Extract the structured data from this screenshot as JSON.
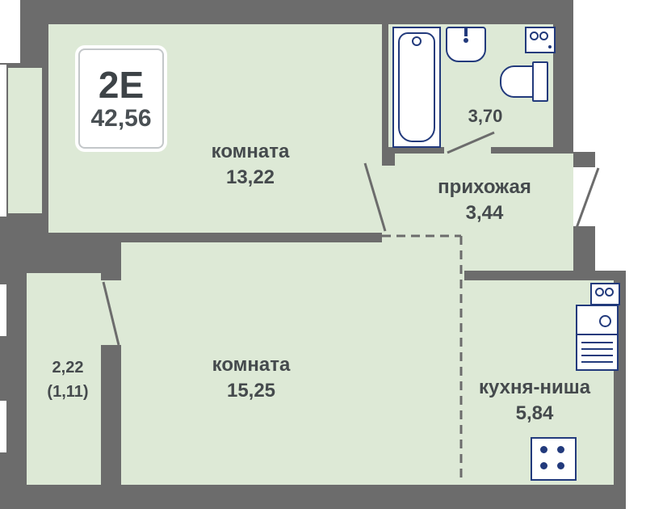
{
  "plan_card": {
    "type": "2Е",
    "total_area": "42,56"
  },
  "rooms": [
    {
      "name": "комната",
      "area": "13,22"
    },
    {
      "name": "",
      "area": "3,70"
    },
    {
      "name": "прихожая",
      "area": "3,44"
    },
    {
      "name": "комната",
      "area": "15,25"
    },
    {
      "name": "кухня-ниша",
      "area": "5,84"
    },
    {
      "name": "",
      "area": "2,22",
      "area_coef": "(1,11)"
    }
  ],
  "colors": {
    "wall": "#6c6c6c",
    "room_fill": "#dde9d6",
    "fixture_outline": "#223a7c",
    "label_text": "#454a4d",
    "card_border": "#c3c7c9"
  },
  "icons": {
    "bathtub-icon": "rect-with-rounded-inner-and-drain",
    "sink-icon": "rounded-basin-with-tap",
    "toilet-icon": "bowl-with-cistern",
    "washing-machine-icon": "box-with-two-circles",
    "electric-panel-icon": "box-with-two-circles",
    "kitchen-sink-unit-icon": "counter-with-faucet-and-rack-lines",
    "stove-icon": "box-with-four-burners"
  }
}
